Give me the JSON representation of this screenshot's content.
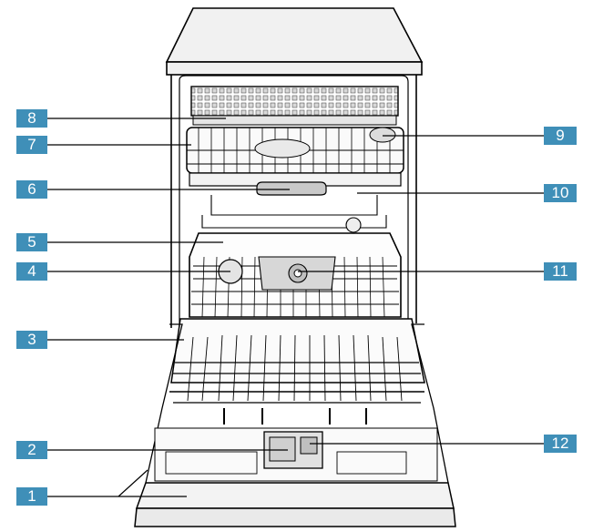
{
  "colors": {
    "callout_bg": "#3f8fb8",
    "callout_text": "#ffffff",
    "line": "#000000",
    "body_fill": "#f1f1f1"
  },
  "callouts": [
    {
      "id": "c1",
      "label": "1",
      "side": "left"
    },
    {
      "id": "c2",
      "label": "2",
      "side": "left"
    },
    {
      "id": "c3",
      "label": "3",
      "side": "left"
    },
    {
      "id": "c4",
      "label": "4",
      "side": "left"
    },
    {
      "id": "c5",
      "label": "5",
      "side": "left"
    },
    {
      "id": "c6",
      "label": "6",
      "side": "left"
    },
    {
      "id": "c7",
      "label": "7",
      "side": "left"
    },
    {
      "id": "c8",
      "label": "8",
      "side": "left"
    },
    {
      "id": "c9",
      "label": "9",
      "side": "right"
    },
    {
      "id": "c10",
      "label": "10",
      "side": "right"
    },
    {
      "id": "c11",
      "label": "11",
      "side": "right"
    },
    {
      "id": "c12",
      "label": "12",
      "side": "right"
    }
  ]
}
